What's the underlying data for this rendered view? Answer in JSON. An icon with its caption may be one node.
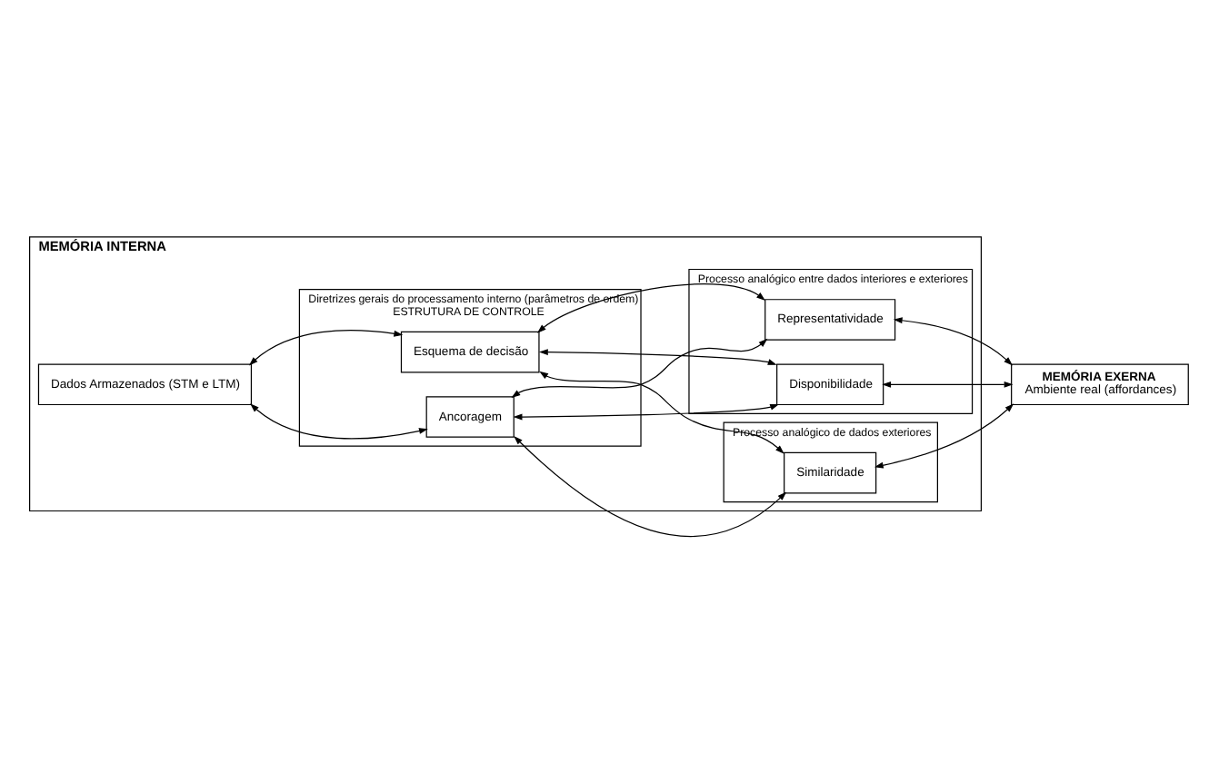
{
  "diagram": {
    "nodes": [
      {
        "text": [
          "MEMÓRIA INTERNA"
        ]
      },
      {
        "text": [
          "Dados Armazenados (STM e LTM)"
        ],
        "in": 0
      },
      {
        "text": [
          "Diretrizes gerais do processamento interno (parâmetros de ordem)",
          "ESTRUTURA DE CONTROLE"
        ],
        "in": 0
      },
      {
        "text": [
          "Esquema de decisão"
        ],
        "in": 2
      },
      {
        "text": [
          "Ancoragem"
        ],
        "in": 2
      },
      {
        "text": [
          "Processo analógico entre dados interiores e exteriores"
        ],
        "in": 0
      },
      {
        "text": [
          "Representatividade"
        ],
        "in": 5
      },
      {
        "text": [
          "Disponibilidade"
        ],
        "in": 5
      },
      {
        "text": [
          "Processo analógico de dados exteriores"
        ],
        "in": 0
      },
      {
        "text": [
          "Similaridade"
        ],
        "in": 8
      },
      {
        "text": [
          "MEMÓRIA EXERNA",
          "Ambiente real (affordances)"
        ]
      }
    ],
    "edges": [
      {
        "from": 1,
        "to": 3,
        "arrow": "both"
      },
      {
        "from": 1,
        "to": 4,
        "arrow": "both"
      },
      {
        "from": 3,
        "to": 6,
        "arrow": "both"
      },
      {
        "from": 3,
        "to": 7,
        "arrow": "both"
      },
      {
        "from": 3,
        "to": 9,
        "arrow": "both"
      },
      {
        "from": 4,
        "to": 6,
        "arrow": "both"
      },
      {
        "from": 4,
        "to": 7,
        "arrow": "both"
      },
      {
        "from": 4,
        "to": 9,
        "arrow": "both"
      },
      {
        "from": 6,
        "to": 10,
        "arrow": "both"
      },
      {
        "from": 7,
        "to": 10,
        "arrow": "both"
      },
      {
        "from": 9,
        "to": 10,
        "arrow": "both"
      }
    ]
  }
}
